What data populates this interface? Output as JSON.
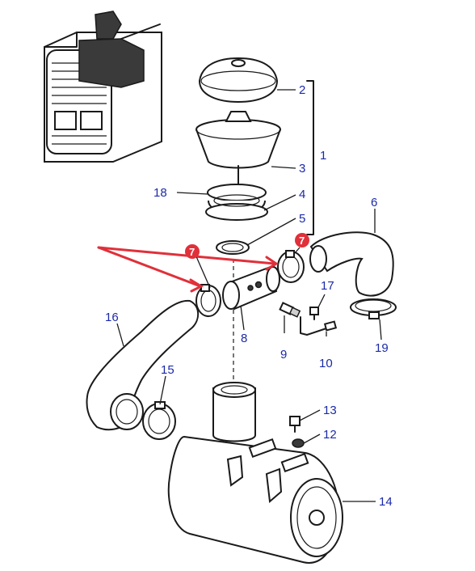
{
  "callouts": {
    "c1": "1",
    "c2": "2",
    "c3": "3",
    "c4": "4",
    "c5": "5",
    "c6": "6",
    "c7a": "7",
    "c7b": "7",
    "c8": "8",
    "c9": "9",
    "c10": "10",
    "c12": "12",
    "c13": "13",
    "c14": "14",
    "c15": "15",
    "c16": "16",
    "c17": "17",
    "c18": "18",
    "c19": "19"
  },
  "colors": {
    "callout_text": "#1b2aa8",
    "highlight_badge": "#e0303a",
    "highlight_arrow": "#e0303a",
    "line_art": "#1a1a1a"
  }
}
